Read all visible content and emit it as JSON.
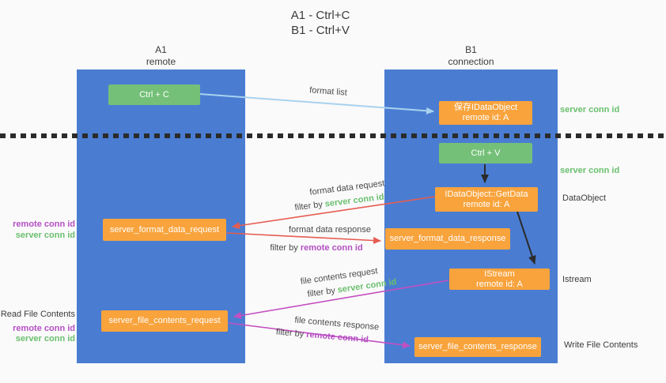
{
  "title": {
    "line1": "A1 - Ctrl+C",
    "line2": "B1 - Ctrl+V"
  },
  "columns": {
    "a1": {
      "name": "A1",
      "role": "remote"
    },
    "b1": {
      "name": "B1",
      "role": "connection"
    }
  },
  "nodes": {
    "ctrl_c": "Ctrl + C",
    "save_idataobject": {
      "line1": "保存IDataObject",
      "line2": "remote id: A"
    },
    "ctrl_v": "Ctrl + V",
    "getdata": {
      "line1": "IDataObject::GetData",
      "line2": "remote id: A"
    },
    "format_request": "server_format_data_request",
    "format_response": "server_format_data_response",
    "istream": {
      "line1": "IStream",
      "line2": "remote id: A"
    },
    "file_request": "server_file_contents_request",
    "file_response": "server_file_contents_response"
  },
  "side_labels": {
    "server_conn_id_top_right": "server conn id",
    "server_conn_id_mid_right": "server conn id",
    "dataobject": "DataObject",
    "istream": "Istream",
    "write_file_contents": "Write File Contents",
    "read_file_contents": "Read File Contents",
    "remote_conn_id_left_1": "remote conn id",
    "server_conn_id_left_1": "server conn id",
    "remote_conn_id_left_2": "remote conn id",
    "server_conn_id_left_2": "server conn id"
  },
  "arrow_labels": {
    "format_list": "format list",
    "format_data_request": "format data request",
    "filter_by_1": "filter by ",
    "filter_value_1": "server conn id",
    "format_data_response": "format data response",
    "filter_by_2": "filter by ",
    "filter_value_2": "remote conn id",
    "file_contents_request": "file contents request",
    "filter_by_3": "filter by ",
    "filter_value_3": "server conn id",
    "file_contents_response": "file contents response",
    "filter_by_4": "filter by ",
    "filter_value_4": "remote conn id"
  },
  "colors": {
    "background": "#fafafa",
    "column_blue": "#4a7dd2",
    "node_orange": "#f8a33c",
    "node_green": "#74c078",
    "green_text": "#6abf6e",
    "purple_text": "#b44fc4",
    "arrow_red": "#e65c50",
    "arrow_purple": "#c44fc0",
    "arrow_blue": "#a8d2ee",
    "ink": "#3b3b3b"
  }
}
